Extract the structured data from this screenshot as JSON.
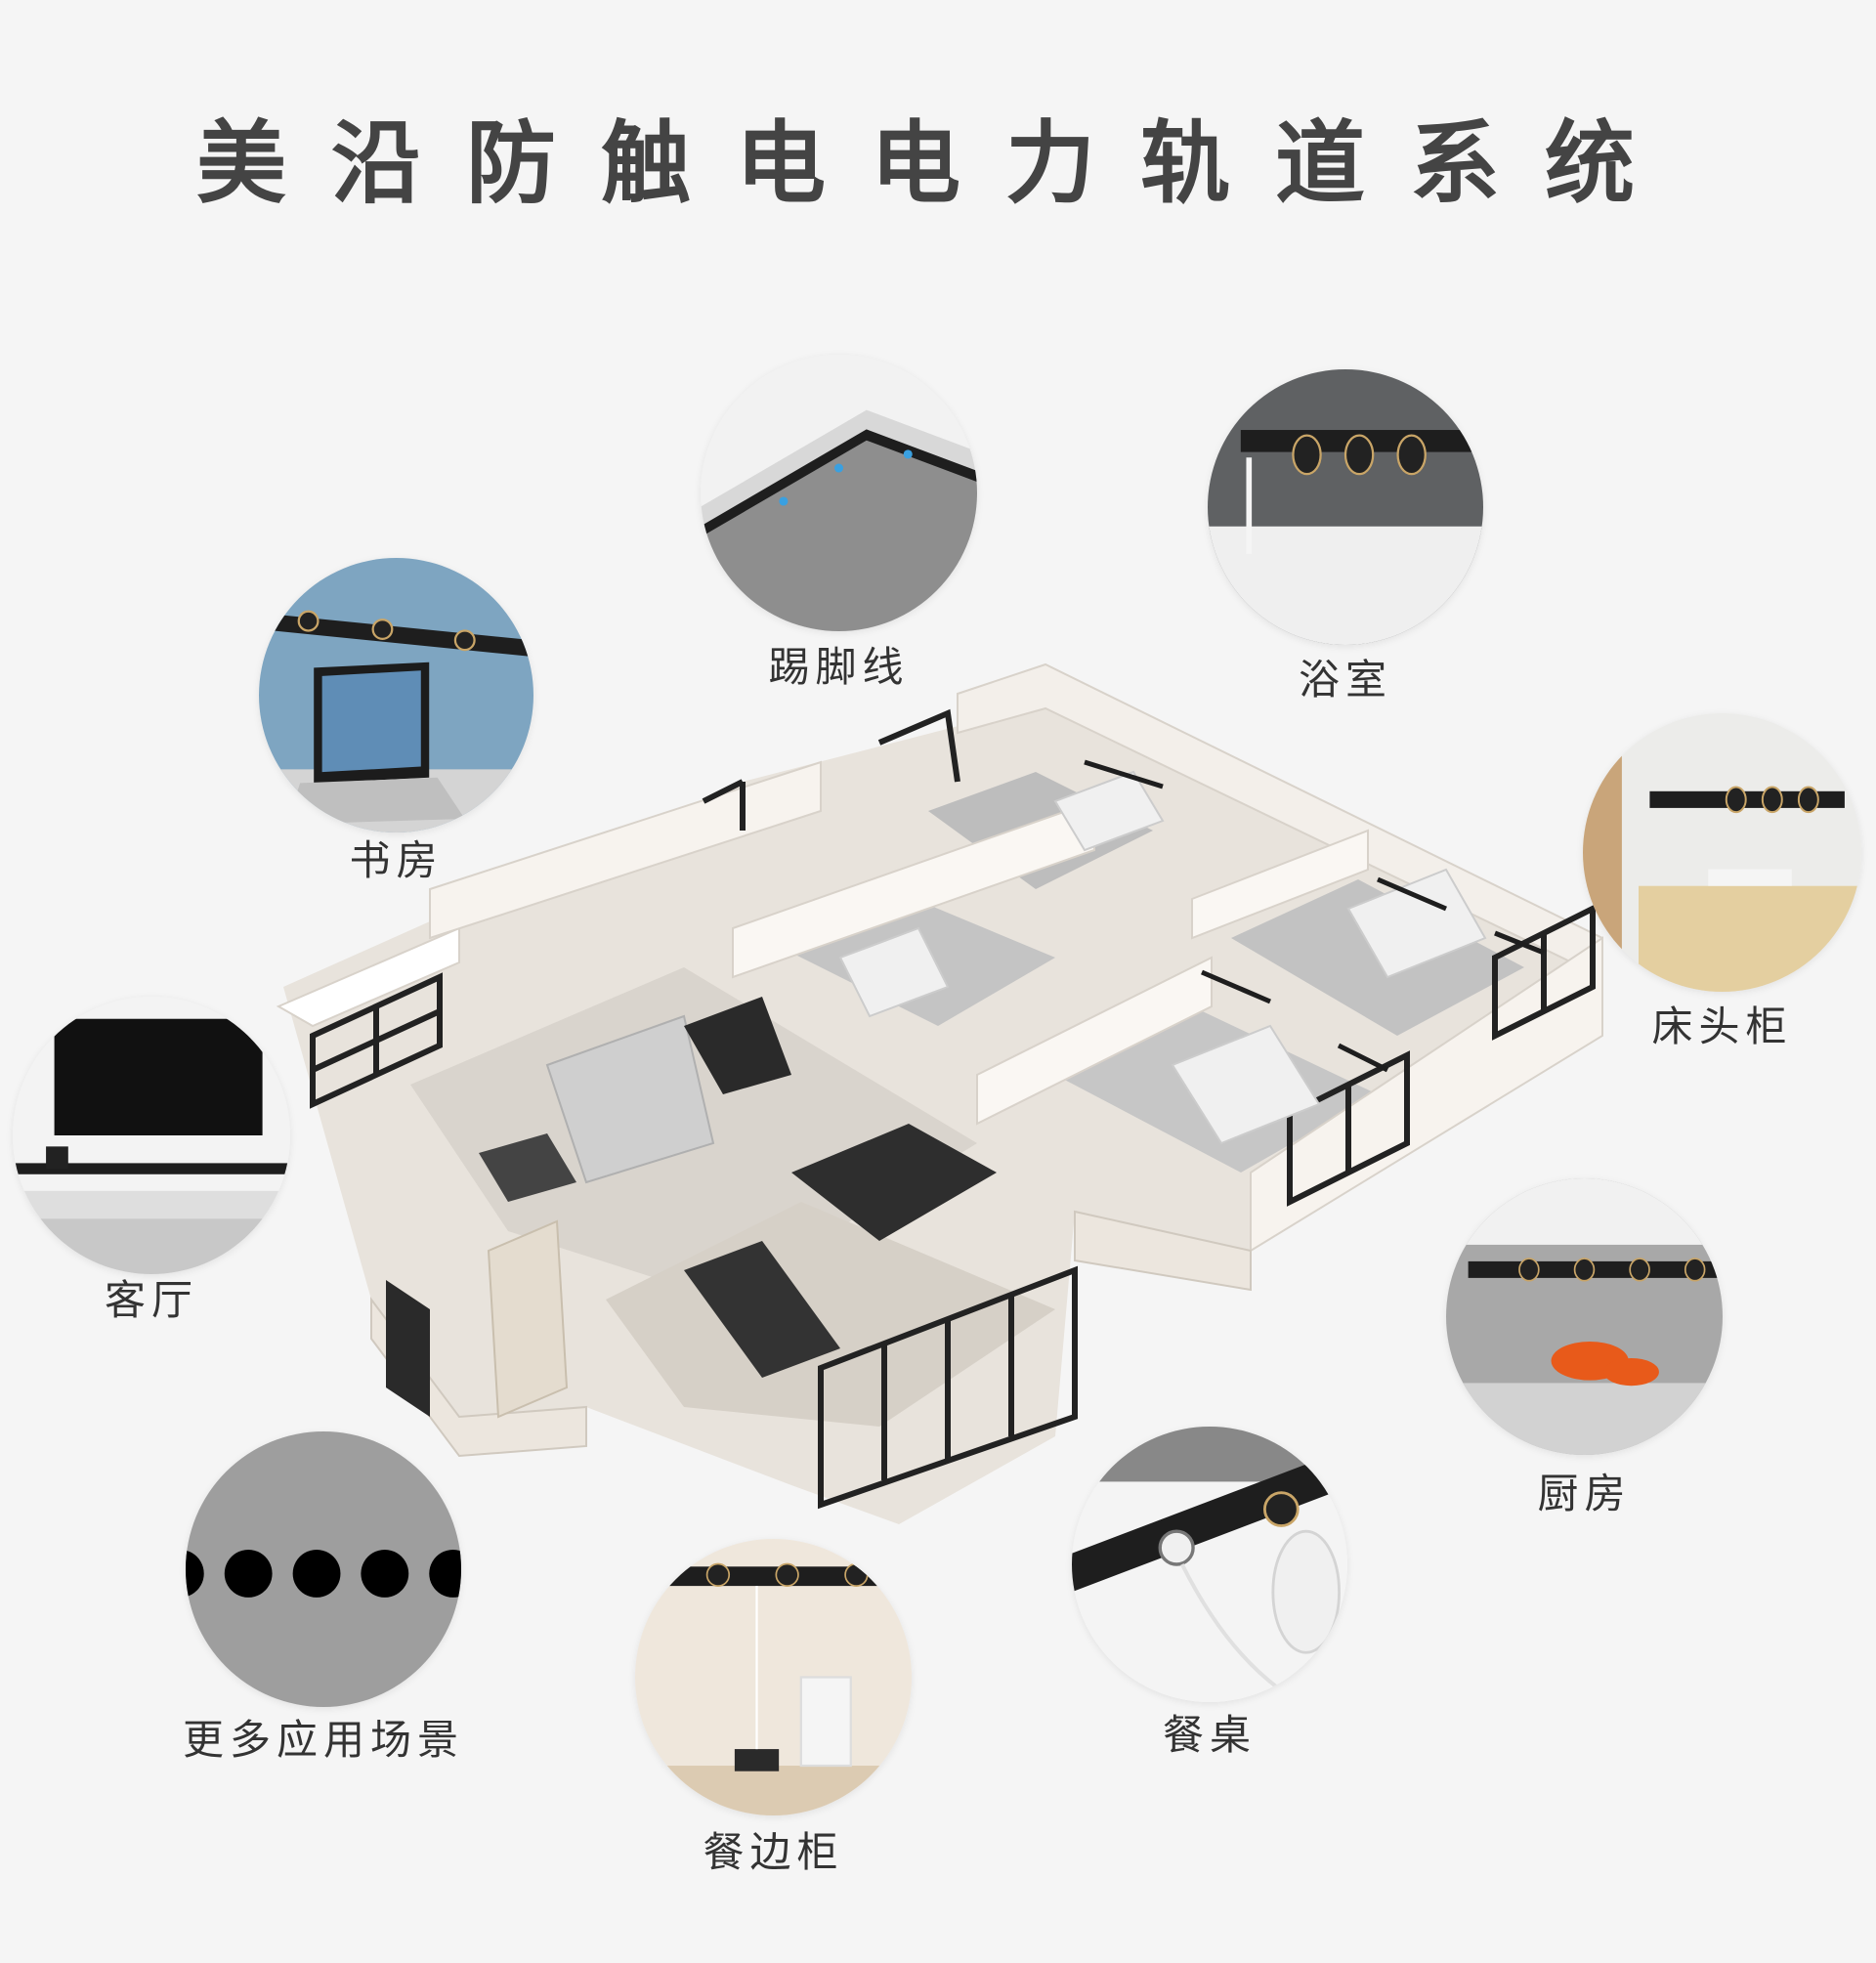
{
  "title": "美沿防触电电力轨道系统",
  "scenes": [
    {
      "id": "baseboard",
      "label": "踢脚线"
    },
    {
      "id": "bathroom",
      "label": "浴室"
    },
    {
      "id": "study",
      "label": "书房"
    },
    {
      "id": "bedside",
      "label": "床头柜"
    },
    {
      "id": "living",
      "label": "客厅"
    },
    {
      "id": "kitchen",
      "label": "厨房"
    },
    {
      "id": "dining",
      "label": "餐桌"
    },
    {
      "id": "sideboard",
      "label": "餐边柜"
    },
    {
      "id": "more",
      "label": "更多应用场景"
    }
  ],
  "more_dots": "●●●●●●●",
  "colors": {
    "title": "#444444",
    "label": "#333333",
    "track": "#1e1e1e",
    "accent_blue": "#3aa0e0",
    "more_circle": "#9e9e9e"
  }
}
